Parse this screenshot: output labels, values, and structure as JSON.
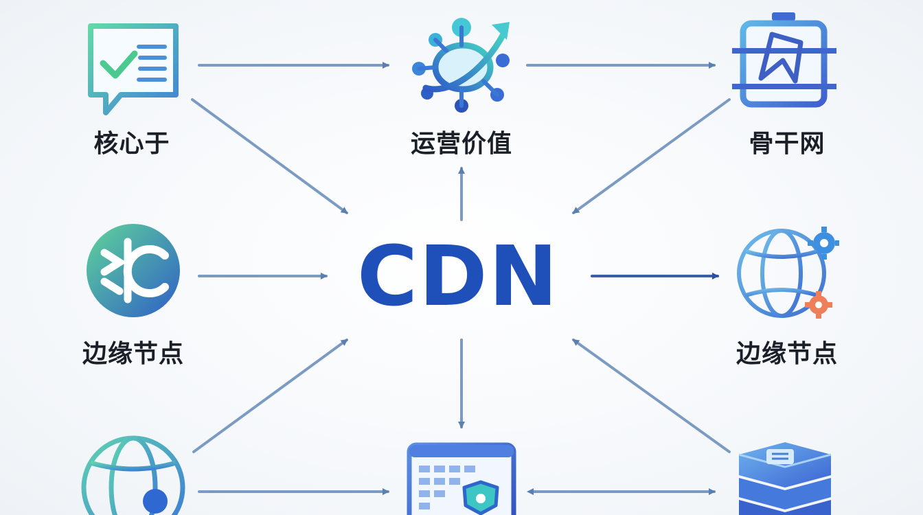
{
  "center": {
    "title": "CDN"
  },
  "nodes": {
    "top_left": {
      "label": "核心于",
      "icon": "checklist-chat-icon"
    },
    "top_center": {
      "label": "运营价值",
      "icon": "network-growth-icon"
    },
    "top_right": {
      "label": "骨干网",
      "icon": "backbone-frame-icon"
    },
    "mid_left": {
      "label": "边缘节点",
      "icon": "edge-node-logo-icon"
    },
    "mid_right": {
      "label": "边缘节点",
      "icon": "globe-gear-icon"
    },
    "bottom_left": {
      "label": "",
      "icon": "globe-user-icon"
    },
    "bottom_center": {
      "label": "",
      "icon": "dashboard-shield-icon"
    },
    "bottom_right": {
      "label": "",
      "icon": "server-stack-icon"
    }
  },
  "colors": {
    "arrow": "#6f90b8",
    "arrow_dark": "#3a5ea8",
    "cdn": "#1f4fb8",
    "teal": "#4ccfb3",
    "blue": "#3d6fd6"
  }
}
